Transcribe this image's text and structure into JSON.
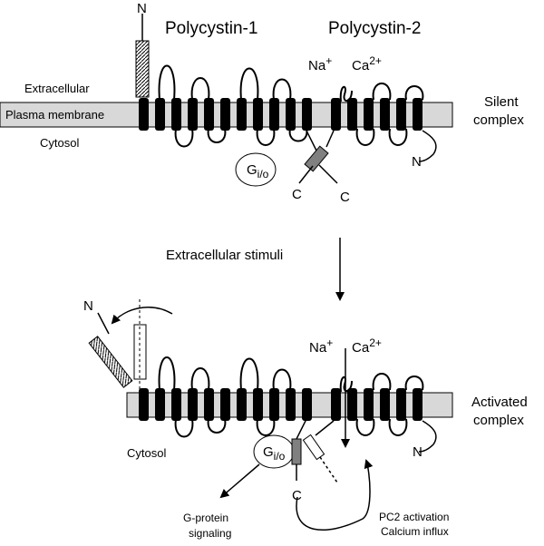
{
  "labels": {
    "n_top": "N",
    "polycystin1": "Polycystin-1",
    "polycystin2": "Polycystin-2",
    "na_top": "Na",
    "na_top_sup": "+",
    "ca_top": "Ca",
    "ca_top_sup": "2+",
    "extracellular": "Extracellular",
    "plasma_membrane": "Plasma membrane",
    "cytosol_top": "Cytosol",
    "silent_complex_1": "Silent",
    "silent_complex_2": "complex",
    "n_pc2_top": "N",
    "g_top": "G",
    "g_top_sub": "i/o",
    "c_left_top": "C",
    "c_right_top": "C",
    "extracellular_stimuli": "Extracellular stimuli",
    "n_bottom": "N",
    "na_bottom": "Na",
    "na_bottom_sup": "+",
    "ca_bottom": "Ca",
    "ca_bottom_sup": "2+",
    "activated_complex_1": "Activated",
    "activated_complex_2": "complex",
    "cytosol_bottom": "Cytosol",
    "g_bottom": "G",
    "g_bottom_sub": "i/o",
    "n_pc2_bottom": "N",
    "c_bottom": "C",
    "gprotein_1": "G-protein",
    "gprotein_2": "signaling",
    "pc2_activation_1": "PC2 activation",
    "pc2_activation_2": "Calcium influx"
  }
}
